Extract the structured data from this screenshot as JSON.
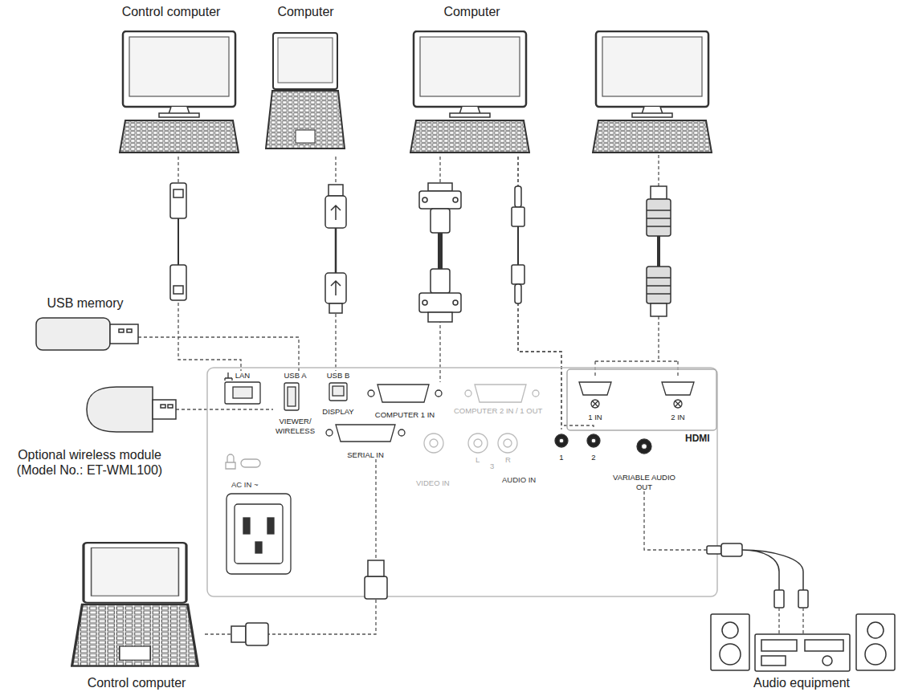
{
  "diagram": {
    "nodes": [
      {
        "text": [
          "Control computer"
        ]
      },
      {
        "text": [
          "Computer"
        ]
      },
      {
        "text": [
          "Computer"
        ]
      },
      {
        "text": [
          "USB memory"
        ]
      },
      {
        "text": [
          "Optional wireless module (Model No.: ET-WML100)"
        ]
      },
      {
        "text": [
          "Control computer"
        ]
      },
      {
        "text": [
          "Audio equipment"
        ]
      },
      {
        "text": [
          "LAN"
        ]
      },
      {
        "text": [
          "USB A",
          "VIEWER/ WIRELESS"
        ]
      },
      {
        "text": [
          "USB B",
          "DISPLAY"
        ]
      },
      {
        "text": [
          "COMPUTER 1 IN"
        ]
      },
      {
        "text": [
          "SERIAL IN"
        ]
      },
      {
        "text": [
          "1"
        ]
      },
      {
        "text": [
          "2"
        ]
      },
      {
        "text": [
          "1 IN"
        ]
      },
      {
        "text": [
          "2 IN"
        ]
      },
      {
        "text": [
          "VARIABLE AUDIO OUT"
        ]
      }
    ],
    "edges": [
      {
        "from": 0,
        "to": 7,
        "arrow": "none"
      },
      {
        "from": 1,
        "to": 9,
        "arrow": "none"
      },
      {
        "from": 2,
        "to": 10,
        "arrow": "none"
      },
      {
        "from": 2,
        "to": 12,
        "arrow": "none"
      },
      {
        "from": 2,
        "to": 13,
        "arrow": "none"
      },
      {
        "from": 3,
        "to": 8,
        "arrow": "none"
      },
      {
        "from": 4,
        "to": 8,
        "arrow": "none"
      },
      {
        "from": 5,
        "to": 11,
        "arrow": "none"
      },
      {
        "from": 16,
        "to": 6,
        "arrow": "none"
      }
    ],
    "labels": [
      "COMPUTER 2 IN / 1 OUT",
      "AC IN ~",
      "VIDEO IN",
      "L",
      "3",
      "R",
      "AUDIO IN",
      "HDMI"
    ]
  }
}
